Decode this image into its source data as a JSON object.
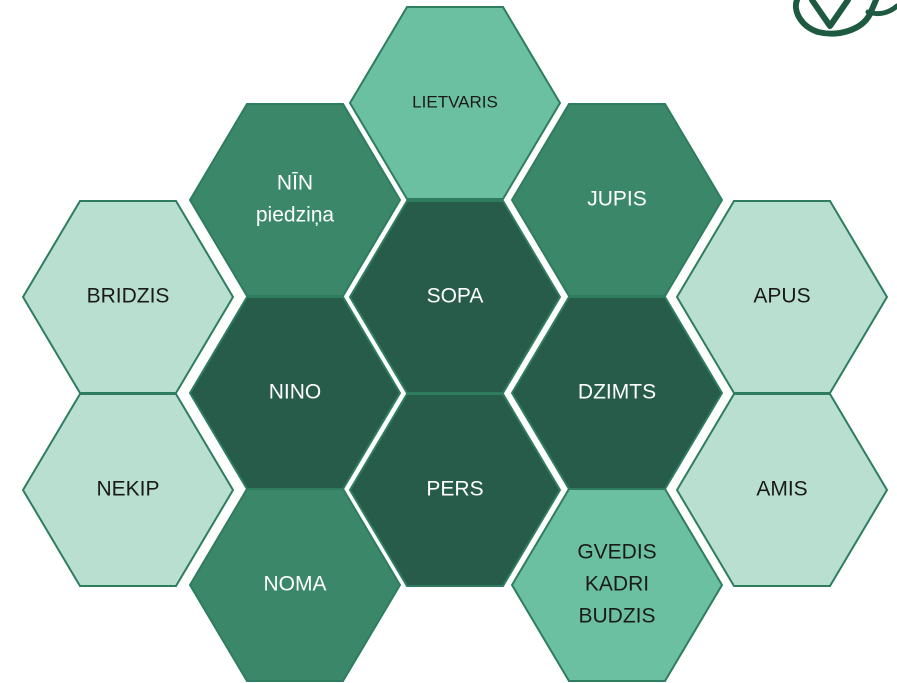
{
  "cells": [
    {
      "id": "lietvaris",
      "lines": [
        "LIETVARIS"
      ],
      "shade": "light"
    },
    {
      "id": "nin-piedzina",
      "lines": [
        "NĪN",
        "piedziņa"
      ],
      "shade": "medium"
    },
    {
      "id": "jupis",
      "lines": [
        "JUPIS"
      ],
      "shade": "medium"
    },
    {
      "id": "sopa",
      "lines": [
        "SOPA"
      ],
      "shade": "dark"
    },
    {
      "id": "bridzis",
      "lines": [
        "BRIDZIS"
      ],
      "shade": "pale"
    },
    {
      "id": "apus",
      "lines": [
        "APUS"
      ],
      "shade": "pale"
    },
    {
      "id": "nino",
      "lines": [
        "NINO"
      ],
      "shade": "dark"
    },
    {
      "id": "dzimts",
      "lines": [
        "DZIMTS"
      ],
      "shade": "dark"
    },
    {
      "id": "pers",
      "lines": [
        "PERS"
      ],
      "shade": "dark"
    },
    {
      "id": "nekip",
      "lines": [
        "NEKIP"
      ],
      "shade": "pale"
    },
    {
      "id": "amis",
      "lines": [
        "AMIS"
      ],
      "shade": "pale"
    },
    {
      "id": "noma",
      "lines": [
        "NOMA"
      ],
      "shade": "medium"
    },
    {
      "id": "gvedis-kadri-budzis",
      "lines": [
        "GVEDIS",
        "KADRI",
        "BUDZIS"
      ],
      "shade": "light"
    }
  ],
  "shades": {
    "dark": "#285C4A",
    "medium": "#3B8769",
    "light": "#6CC0A2",
    "pale": "#B8DFD0",
    "stroke": "#2E7D5E"
  },
  "text_colors": {
    "dark": "#FFFFFF",
    "medium": "#FFFFFF",
    "light": "#1A1A1A",
    "pale": "#1A1A1A"
  },
  "logo": {
    "icon": "brand-logo-icon",
    "color": "#1E5A40"
  }
}
